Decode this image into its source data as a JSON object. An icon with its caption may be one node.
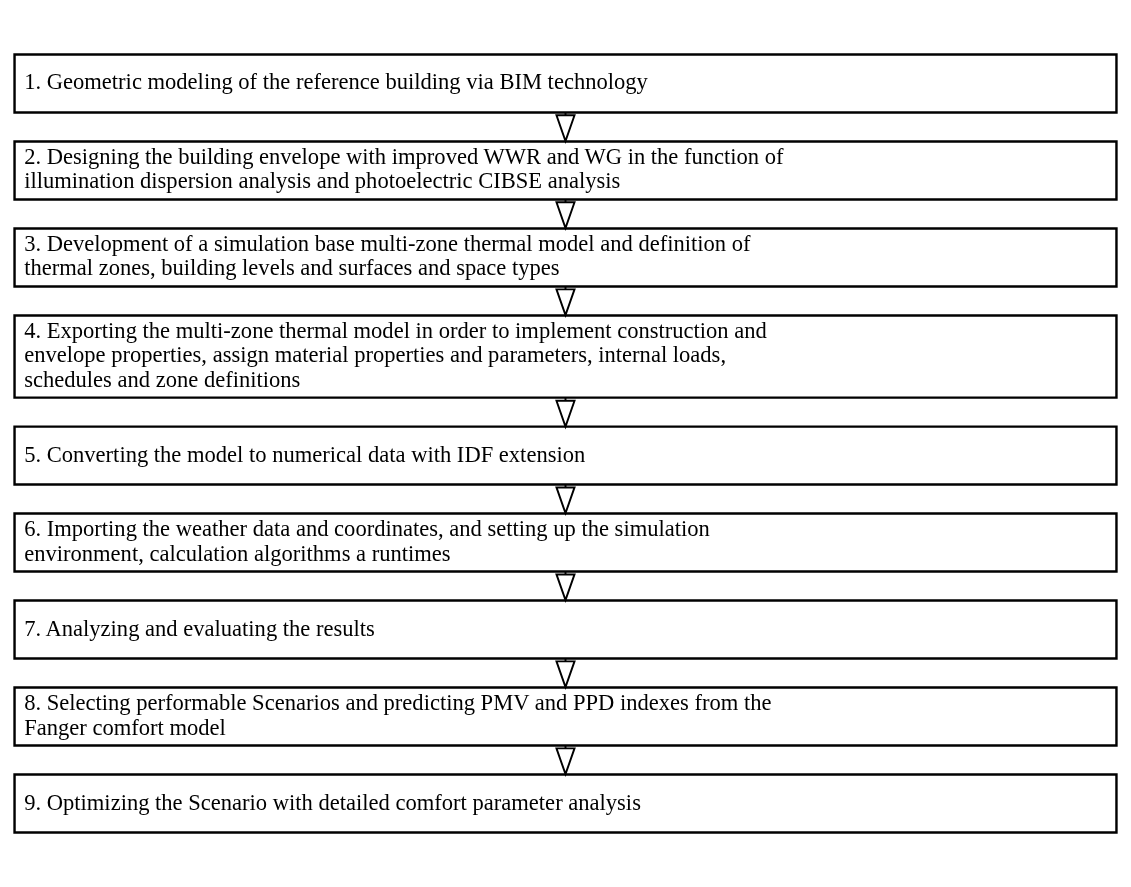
{
  "diagram": {
    "nodes": [
      {
        "text": [
          "1. Geometric modeling of the reference building via BIM technology"
        ]
      },
      {
        "text": [
          "2. Designing the building envelope with improved WWR and WG in the function of illumination dispersion analysis and photoelectric CIBSE analysis"
        ]
      },
      {
        "text": [
          "3. Development of a simulation base multi-zone thermal model and definition of thermal zones, building levels and surfaces and space types"
        ]
      },
      {
        "text": [
          "4. Exporting the multi-zone thermal model in order to implement construction and envelope properties, assign material properties and parameters, internal loads, schedules and zone definitions"
        ]
      },
      {
        "text": [
          "5. Converting the model to numerical data with IDF extension"
        ]
      },
      {
        "text": [
          "6. Importing the weather data and coordinates, and setting up the simulation environment, calculation algorithms a runtimes"
        ]
      },
      {
        "text": [
          "7. Analyzing and evaluating the results"
        ]
      },
      {
        "text": [
          "8. Selecting performable Scenarios and predicting PMV and PPD indexes from the Fanger comfort model"
        ]
      },
      {
        "text": [
          "9. Optimizing the Scenario with detailed comfort parameter analysis"
        ]
      }
    ],
    "edges": [
      {
        "from": 0,
        "to": 1,
        "arrow": "to"
      },
      {
        "from": 1,
        "to": 2,
        "arrow": "to"
      },
      {
        "from": 2,
        "to": 3,
        "arrow": "to"
      },
      {
        "from": 3,
        "to": 4,
        "arrow": "to"
      },
      {
        "from": 4,
        "to": 5,
        "arrow": "to"
      },
      {
        "from": 5,
        "to": 6,
        "arrow": "to"
      },
      {
        "from": 6,
        "to": 7,
        "arrow": "to"
      },
      {
        "from": 7,
        "to": 8,
        "arrow": "to"
      }
    ]
  }
}
